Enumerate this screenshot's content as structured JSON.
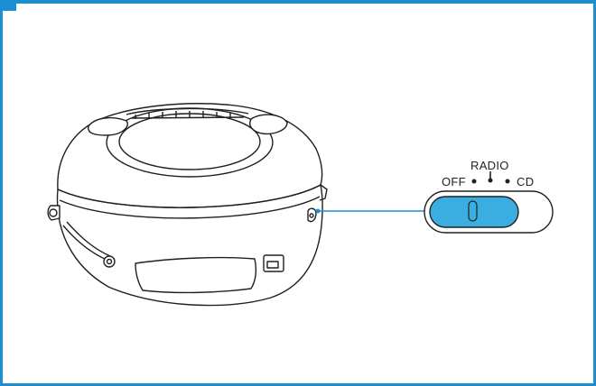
{
  "switch_labels": {
    "off": "OFF",
    "radio": "RADIO",
    "cd": "CD"
  },
  "colors": {
    "frame": "#1a8ed1",
    "slider": "#3aaee0",
    "outline": "#231f20"
  },
  "icons": [
    "boombox-device",
    "mode-switch",
    "switch-position-dot"
  ]
}
